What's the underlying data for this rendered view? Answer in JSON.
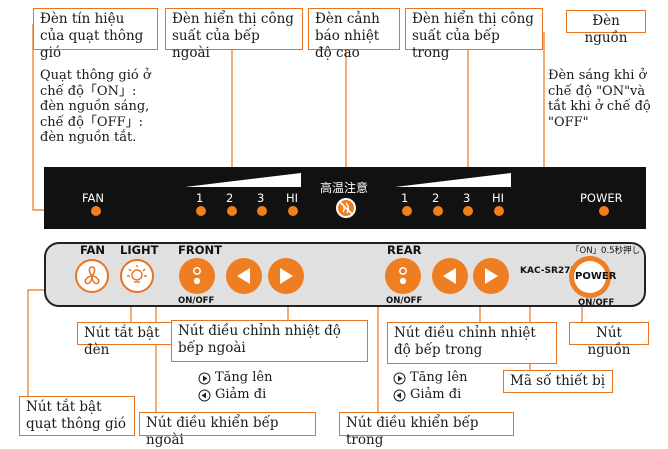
{
  "callouts": {
    "fan_signal": "Đèn tín hiệu của quạt thông gió",
    "outer_power_display": "Đèn hiển thị công suất của bếp ngoài",
    "high_temp_warning": "Đèn cảnh báo nhiệt độ cao",
    "inner_power_display": "Đèn hiển thị công suất của bếp trong",
    "power_lamp": "Đèn nguồn",
    "light_toggle": "Nút tắt bật đèn",
    "outer_temp_adjust": "Nút điều chỉnh nhiệt độ bếp ngoài",
    "inner_temp_adjust": "Nút điều chỉnh nhiệt độ bếp trong",
    "power_button": "Nút nguồn",
    "model_number": "Mã số thiết bị",
    "fan_toggle": "Nút tắt bật quạt thông gió",
    "outer_control": "Nút điều khiển bếp ngoài",
    "inner_control": "Nút điều khiển bếp trong"
  },
  "notes": {
    "fan_note": "Quạt thông gió ở chế độ「ON」: đèn nguồn sáng, chế độ「OFF」: đèn nguồn tắt.",
    "power_note": "Đèn sáng khi ở chế độ \"ON\"và tắt khi ở chế độ \"OFF\"",
    "increase_1": "Tăng lên",
    "decrease_1": "Giảm đi",
    "increase_2": "Tăng lên",
    "decrease_2": "Giảm đi"
  },
  "panel": {
    "fan": "FAN",
    "power": "POWER",
    "warning_jp": "高温注意",
    "front_levels": [
      "1",
      "2",
      "3",
      "HI"
    ],
    "rear_levels": [
      "1",
      "2",
      "3",
      "HI"
    ]
  },
  "remote": {
    "fan": "FAN",
    "light": "LIGHT",
    "front": "FRONT",
    "rear": "REAR",
    "on_off_front": "ON/OFF",
    "on_off_rear": "ON/OFF",
    "on_off_power": "ON/OFF",
    "power": "POWER",
    "model": "KAC-SR27DF",
    "press_hint": "「ON」0.5秒押し"
  },
  "colors": {
    "accent": "#ef7d22",
    "panel": "#111111",
    "remote": "#e0e0e0"
  }
}
